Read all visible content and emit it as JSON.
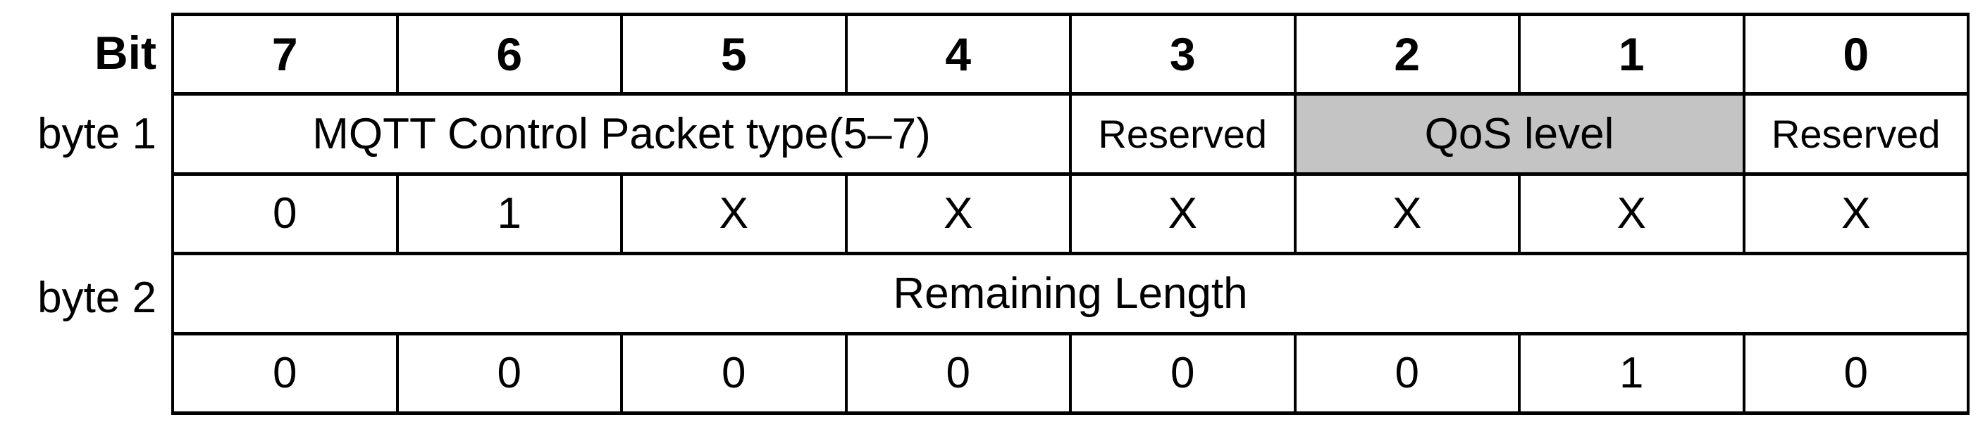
{
  "colors": {
    "background": "#ffffff",
    "border": "#000000",
    "text": "#000000",
    "qos_cell_fill": "#c4c4c4"
  },
  "row_labels": {
    "bit": "Bit",
    "byte1": "byte 1",
    "byte2": "byte 2"
  },
  "bit_header": [
    "7",
    "6",
    "5",
    "4",
    "3",
    "2",
    "1",
    "0"
  ],
  "byte1": {
    "fields": [
      {
        "label": "MQTT Control Packet type(5–7)",
        "span": 4,
        "fill": "#ffffff"
      },
      {
        "label": "Reserved",
        "span": 1,
        "fill": "#ffffff"
      },
      {
        "label": "QoS level",
        "span": 2,
        "fill": "#c4c4c4"
      },
      {
        "label": "Reserved",
        "span": 1,
        "fill": "#ffffff"
      }
    ],
    "values": [
      "0",
      "1",
      "X",
      "X",
      "X",
      "X",
      "X",
      "X"
    ]
  },
  "byte2": {
    "fields": [
      {
        "label": "Remaining Length",
        "span": 8,
        "fill": "#ffffff"
      }
    ],
    "values": [
      "0",
      "0",
      "0",
      "0",
      "0",
      "0",
      "1",
      "0"
    ]
  }
}
